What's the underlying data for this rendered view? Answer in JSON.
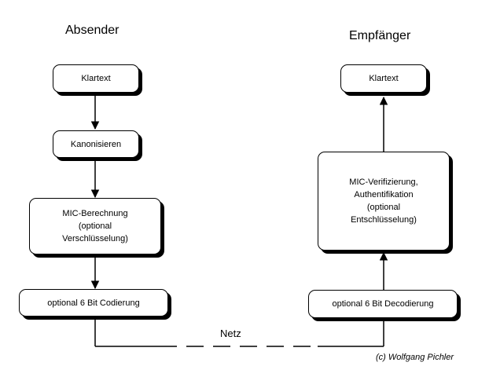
{
  "sender": {
    "title": "Absender",
    "steps": [
      "Klartext",
      "Kanonisieren",
      "MIC-Berechnung\n(optional\nVerschlüsselung)",
      "optional 6 Bit Codierung"
    ]
  },
  "receiver": {
    "title": "Empfänger",
    "steps": [
      "Klartext",
      "MIC-Verifizierung,\nAuthentifikation\n(optional\nEntschlüsselung)",
      "optional 6 Bit Decodierung"
    ]
  },
  "network_label": "Netz",
  "credit": "(c) Wolfgang Pichler"
}
